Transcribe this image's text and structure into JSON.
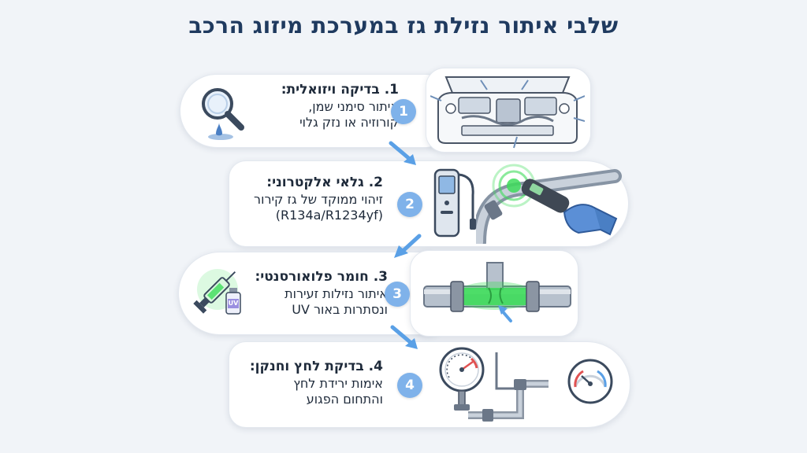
{
  "title": "שלבי איתור נזילת גז במערכת מיזוג הרכב",
  "steps": [
    {
      "number": "1",
      "heading": "1. בדיקה ויזואלית:",
      "lines": [
        "איתור סימני שמן,",
        "קורוזיה או נזק גלוי"
      ]
    },
    {
      "number": "2",
      "heading": "2. גלאי אלקטרוני:",
      "lines": [
        "זיהוי ממוקד של גז קירור",
        "(R134a/R1234yf)"
      ]
    },
    {
      "number": "3",
      "heading": "3. חומר פלואורסנטי:",
      "lines": [
        "איתור נזילות זעירות",
        "ונסתרות באור UV"
      ]
    },
    {
      "number": "4",
      "heading": "4. בדיקת לחץ וחנקן:",
      "lines": [
        "אימות ירידת לחץ",
        "והתחום הפגוע"
      ]
    }
  ],
  "labels": {
    "uv_vial": "UV"
  },
  "colors": {
    "title": "#1f3a5f",
    "badge": "#7fb2ea",
    "arrow": "#5aa0e6",
    "fluorescent": "#3ddc5a",
    "glove": "#5b8fd6"
  },
  "icons": {
    "step1": [
      "magnifier-icon",
      "oil-drop-icon",
      "car-engine-bay-illustration"
    ],
    "step2": [
      "handheld-leak-detector-icon",
      "detector-on-hose-illustration"
    ],
    "step3": [
      "syringe-icon",
      "uv-vial-icon",
      "glowing-pipe-joint-illustration"
    ],
    "step4": [
      "pressure-gauge-icon",
      "piping-illustration",
      "small-gauge-icon"
    ]
  }
}
